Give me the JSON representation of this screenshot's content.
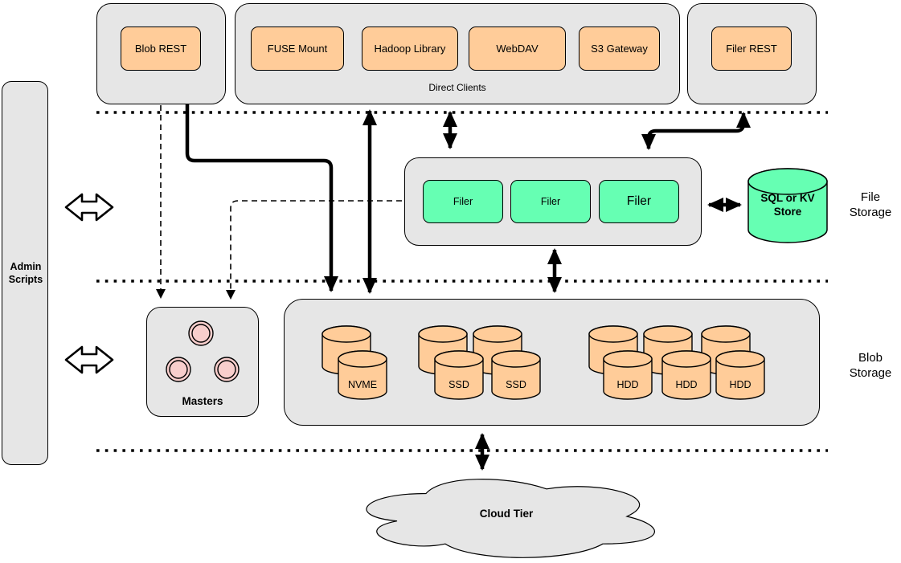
{
  "admin": {
    "label": "Admin\nScripts"
  },
  "clients": {
    "blob_rest": "Blob REST",
    "direct": {
      "caption": "Direct Clients",
      "items": [
        "FUSE Mount",
        "Hadoop Library",
        "WebDAV",
        "S3 Gateway"
      ]
    },
    "filer_rest": "Filer REST"
  },
  "file_storage": {
    "filers": [
      "Filer",
      "Filer",
      "Filer"
    ],
    "kv_store": "SQL or KV\nStore",
    "section_label": "File\nStorage"
  },
  "blob_storage": {
    "masters_label": "Masters",
    "volumes": [
      "NVME",
      "SSD",
      "SSD",
      "HDD",
      "HDD",
      "HDD"
    ],
    "section_label": "Blob\nStorage"
  },
  "cloud": {
    "label": "Cloud Tier"
  },
  "colors": {
    "container_gray": "#E6E6E6",
    "client_orange": "#FFCC99",
    "filer_green": "#66FFB3",
    "master_pink": "#F8CECC",
    "stroke": "#000000",
    "background": "#FFFFFF"
  }
}
